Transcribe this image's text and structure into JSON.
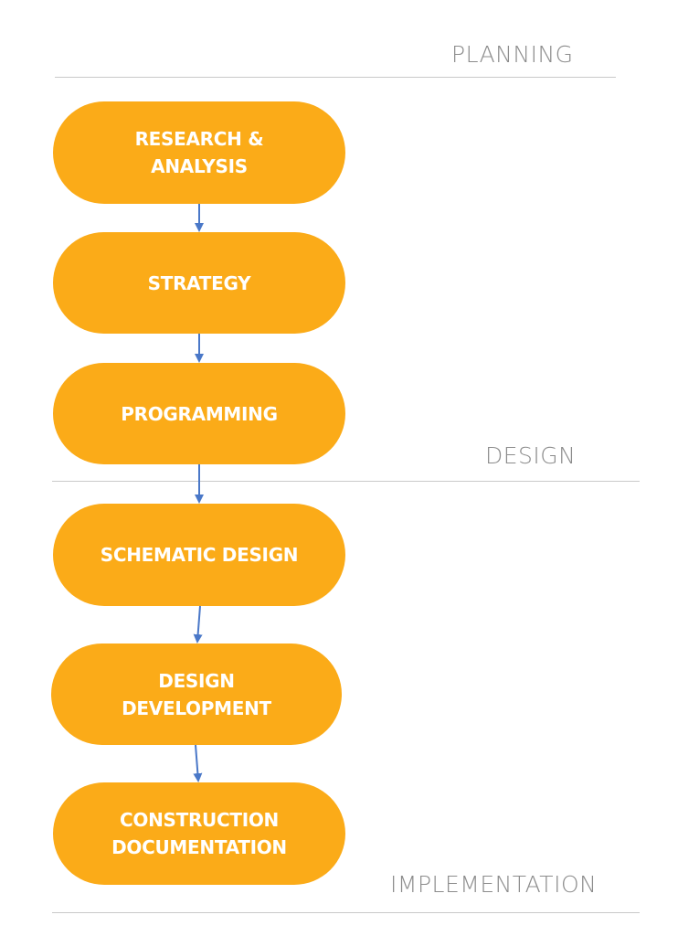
{
  "diagram": {
    "phases": [
      {
        "id": "planning",
        "label": "PLANNING"
      },
      {
        "id": "design",
        "label": "DESIGN"
      },
      {
        "id": "implementation",
        "label": "IMPLEMENTATION"
      }
    ],
    "steps": [
      {
        "id": "research",
        "label": "RESEARCH &\nANALYSIS"
      },
      {
        "id": "strategy",
        "label": "STRATEGY"
      },
      {
        "id": "programming",
        "label": "PROGRAMMING"
      },
      {
        "id": "schematic",
        "label": "SCHEMATIC DESIGN"
      },
      {
        "id": "design-dev",
        "label": "DESIGN\nDEVELOPMENT"
      },
      {
        "id": "construction",
        "label": "CONSTRUCTION\nDOCUMENTATION"
      }
    ],
    "connections": [
      {
        "from": "research",
        "to": "strategy"
      },
      {
        "from": "strategy",
        "to": "programming"
      },
      {
        "from": "programming",
        "to": "schematic"
      },
      {
        "from": "schematic",
        "to": "design-dev"
      },
      {
        "from": "design-dev",
        "to": "construction"
      }
    ],
    "colors": {
      "step_fill": "#fbab18",
      "step_text": "#ffffff",
      "arrow": "#4a78c8",
      "divider": "#c9c9c9",
      "phase_text": "#8c8c8c"
    }
  }
}
